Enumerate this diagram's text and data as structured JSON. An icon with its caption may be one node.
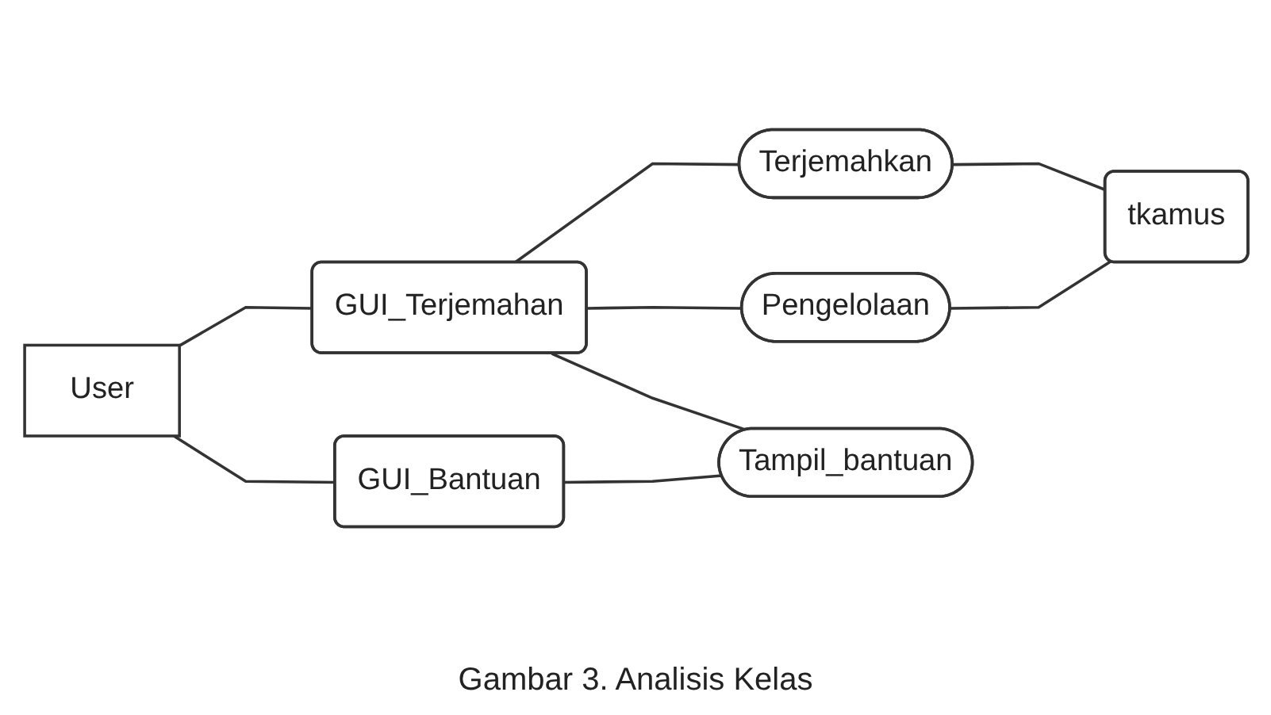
{
  "diagram": {
    "caption": "Gambar 3. Analisis Kelas",
    "nodes": [
      {
        "text": [
          "User"
        ]
      },
      {
        "text": [
          "GUI_Terjemahan"
        ]
      },
      {
        "text": [
          "Terjemahkan"
        ]
      },
      {
        "text": [
          "Pengelolaan"
        ]
      },
      {
        "text": [
          "tkamus"
        ]
      },
      {
        "text": [
          "GUI_Bantuan"
        ]
      },
      {
        "text": [
          "Tampil_bantuan"
        ]
      }
    ],
    "edges": [
      {
        "from": 0,
        "to": 1,
        "arrow": "none"
      },
      {
        "from": 0,
        "to": 5,
        "arrow": "none"
      },
      {
        "from": 1,
        "to": 2,
        "arrow": "none"
      },
      {
        "from": 1,
        "to": 3,
        "arrow": "none"
      },
      {
        "from": 1,
        "to": 6,
        "arrow": "none"
      },
      {
        "from": 2,
        "to": 4,
        "arrow": "none"
      },
      {
        "from": 3,
        "to": 4,
        "arrow": "none"
      },
      {
        "from": 5,
        "to": 6,
        "arrow": "none"
      }
    ]
  }
}
